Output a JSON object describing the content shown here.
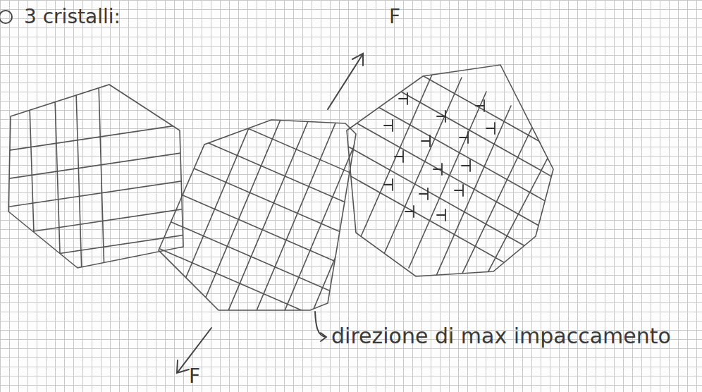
{
  "diagram": {
    "title": "3 cristalli:",
    "labels": [
      "F",
      "F",
      "direzione di max impaccamento"
    ]
  }
}
